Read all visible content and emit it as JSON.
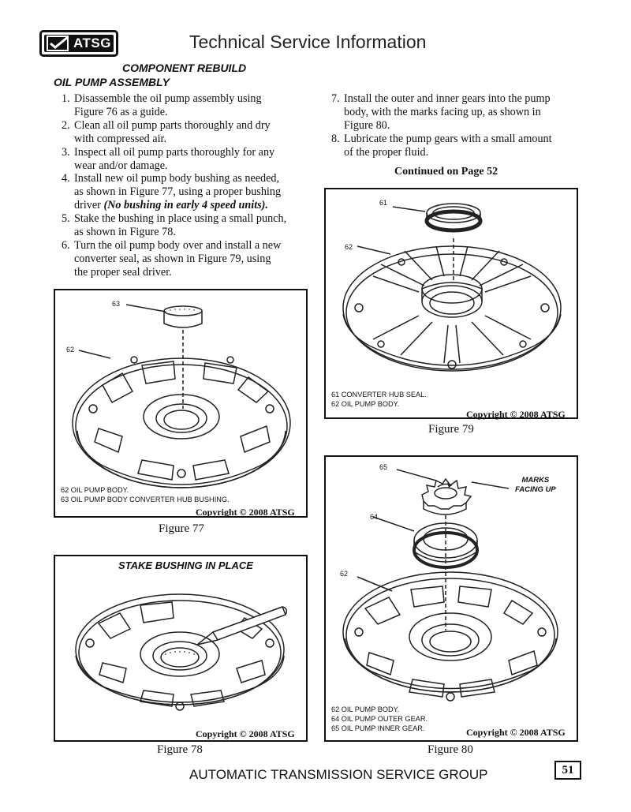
{
  "header": {
    "logo": "ATSG",
    "title": "Technical Service Information"
  },
  "section": {
    "title": "COMPONENT REBUILD",
    "subtitle": "OIL PUMP ASSEMBLY"
  },
  "steps_left": [
    {
      "num": "1.",
      "lines": [
        "Disassemble the oil pump assembly using",
        "Figure 76 as a guide."
      ]
    },
    {
      "num": "2.",
      "lines": [
        "Clean all oil pump parts thoroughly and dry",
        "with compressed air."
      ]
    },
    {
      "num": "3.",
      "lines": [
        "Inspect all oil pump parts thoroughly for any",
        "wear and/or damage."
      ]
    },
    {
      "num": "4.",
      "lines": [
        "Install new oil pump body bushing as needed,",
        "as shown in Figure 77, using a proper bushing"
      ],
      "tail": "driver ",
      "tail_em": "(No bushing in early 4 speed units)."
    },
    {
      "num": "5.",
      "lines": [
        "Stake the bushing in place using a small punch,",
        "as shown in Figure 78."
      ]
    },
    {
      "num": "6.",
      "lines": [
        "Turn the oil pump body over and install a new",
        "converter seal, as shown in Figure 79, using",
        "the proper seal driver."
      ]
    }
  ],
  "steps_right": [
    {
      "num": "7.",
      "lines": [
        "Install the outer and inner gears into the pump",
        "body, with the marks facing up, as shown in",
        "Figure 80."
      ]
    },
    {
      "num": "8.",
      "lines": [
        "Lubricate the pump gears with a small amount",
        "of the proper fluid."
      ]
    }
  ],
  "continued": "Continued on Page 52",
  "fig77": {
    "caption": "Figure 77",
    "callouts": [
      "63",
      "62"
    ],
    "legend": [
      "62  OIL PUMP BODY.",
      "63  OIL PUMP BODY CONVERTER HUB BUSHING."
    ],
    "copyright": "Copyright © 2008 ATSG"
  },
  "fig78": {
    "caption": "Figure 78",
    "title": "STAKE BUSHING IN PLACE",
    "copyright": "Copyright © 2008 ATSG"
  },
  "fig79": {
    "caption": "Figure 79",
    "callouts": [
      "61",
      "62"
    ],
    "legend": [
      "61  CONVERTER HUB SEAL.",
      "62  OIL PUMP BODY."
    ],
    "copyright": "Copyright © 2008 ATSG"
  },
  "fig80": {
    "caption": "Figure 80",
    "callouts": [
      "65",
      "64",
      "62"
    ],
    "marks_note": [
      "MARKS",
      "FACING UP"
    ],
    "legend": [
      "62  OIL PUMP BODY.",
      "64  OIL PUMP OUTER GEAR.",
      "65  OIL PUMP INNER GEAR."
    ],
    "copyright": "Copyright © 2008 ATSG"
  },
  "footer": {
    "text": "AUTOMATIC TRANSMISSION SERVICE GROUP",
    "page": "51"
  }
}
